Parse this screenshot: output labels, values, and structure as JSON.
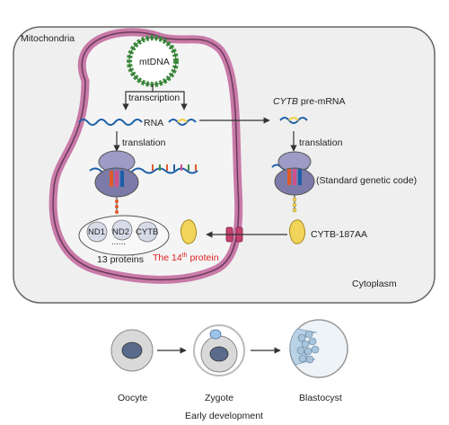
{
  "labels": {
    "mitochondria": "Mitochondria",
    "mtdna": "mtDNA",
    "transcription": "transcription",
    "rna": "RNA",
    "translation_left": "translation",
    "cytb_italic": "CYTB",
    "pre_mrna_suffix": " pre-mRNA",
    "translation_right": "translation",
    "standard_code": "(Standard genetic code)",
    "nd1": "ND1",
    "nd2": "ND2",
    "cytb_protein": "CYTB",
    "dots": "......",
    "thirteen_proteins": "13 proteins",
    "fourteenth_prefix": "The 14",
    "fourteenth_sup": "th",
    "fourteenth_suffix": " protein",
    "cytb_187aa": "CYTB-187AA",
    "cytoplasm": "Cytoplasm"
  },
  "development": {
    "stages": [
      "Oocyte",
      "Zygote",
      "Blastocyst"
    ],
    "title": "Early development"
  },
  "colors": {
    "cell_fill": "#efefef",
    "cell_stroke": "#6b6b6b",
    "membrane": "#c87aa8",
    "membrane_fill": "#f4f4f4",
    "mtdna_ring": "#3f8f3f",
    "highlight_red": "#e02020",
    "yellow_protein": "#f1d45a",
    "ribosome": "#7c7aa8",
    "channel": "#c3426f"
  },
  "icons": [
    "ribosome-icon",
    "protein-blob-icon",
    "membrane-channel-icon",
    "cell-icon"
  ]
}
